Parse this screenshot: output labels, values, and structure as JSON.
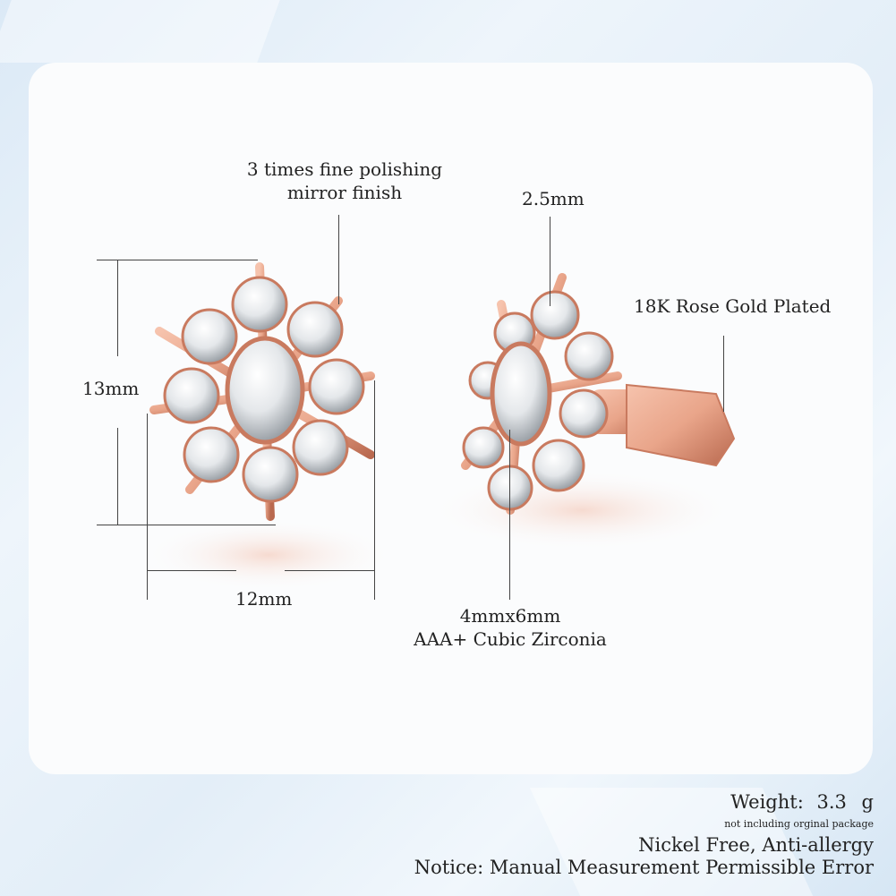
{
  "annotations": {
    "polishing_line1": "3 times fine polishing",
    "polishing_line2": "mirror finish",
    "post_width": "2.5mm",
    "plating": "18K Rose Gold Plated",
    "height": "13mm",
    "width": "12mm",
    "stone_size": "4mmx6mm",
    "stone_type": "AAA+ Cubic Zirconia"
  },
  "footer": {
    "weight_label": "Weight:",
    "weight_value": "3.3",
    "weight_unit": "g",
    "weight_note": "not including orginal package",
    "feature": "Nickel Free, Anti-allergy",
    "notice": "Notice: Manual Measurement Permissible Error"
  },
  "colors": {
    "rose_gold": "#e9a58a",
    "rose_gold_dark": "#c97a5f",
    "background": "#e3eef8",
    "card": "#fbfcfd"
  }
}
